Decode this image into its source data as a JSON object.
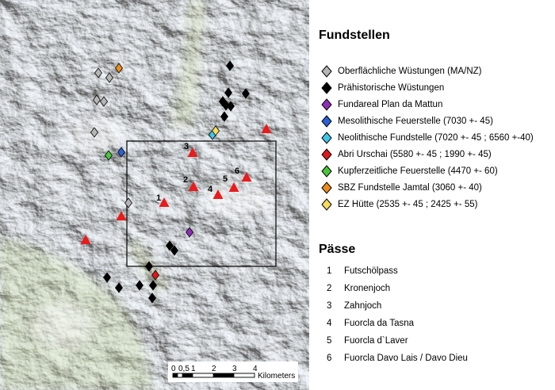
{
  "legend": {
    "sites_heading": "Fundstellen",
    "sites": [
      {
        "label": "Oberflächliche Wüstungen (MA/NZ)",
        "color": "#b5b5b5",
        "icon": "diamond-icon"
      },
      {
        "label": "Prähistorische Wüstungen",
        "color": "#000000",
        "icon": "diamond-icon"
      },
      {
        "label": "Fundareal Plan da Mattun",
        "color": "#8e2fb8",
        "icon": "diamond-icon"
      },
      {
        "label": "Mesolithische Feuerstelle (7030 +- 45)",
        "color": "#2a5fd6",
        "icon": "diamond-icon"
      },
      {
        "label": "Neolithische Fundstelle (7020 +- 45 ; 6560 +-40)",
        "color": "#3fc6e8",
        "icon": "diamond-icon"
      },
      {
        "label": "Abri Urschai (5580 +- 45 ; 1990 +- 45)",
        "color": "#e0181c",
        "icon": "diamond-icon"
      },
      {
        "label": "Kupferzeitliche Feuerstelle (4470 +- 60)",
        "color": "#49c63a",
        "icon": "diamond-icon"
      },
      {
        "label": "SBZ Fundstelle Jamtal (3060 +- 40)",
        "color": "#ee8a1c",
        "icon": "diamond-icon"
      },
      {
        "label": "EZ Hütte (2535 +- 45 ; 2425 +- 55)",
        "color": "#f6dc5e",
        "icon": "diamond-icon"
      }
    ],
    "passes_heading": "Pässe",
    "passes": [
      {
        "num": "1",
        "label": "Futschölpass"
      },
      {
        "num": "2",
        "label": "Kronenjoch"
      },
      {
        "num": "3",
        "label": "Zahnjoch"
      },
      {
        "num": "4",
        "label": "Fuorcla da Tasna"
      },
      {
        "num": "5",
        "label": "Fuorcla d`Laver"
      },
      {
        "num": "6",
        "label": "Fuorcla Davo Lais / Davo Dieu"
      }
    ]
  },
  "map": {
    "pass_color": "#e81c1c",
    "pass_labels": [
      "1",
      "2",
      "3",
      "4",
      "5",
      "6"
    ],
    "scale": {
      "ticks": [
        "0",
        "0,5",
        "1",
        "2",
        "3",
        "4"
      ],
      "unit": "Kilometers"
    }
  }
}
